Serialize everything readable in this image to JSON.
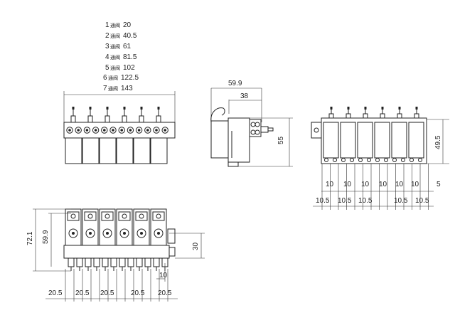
{
  "spec_table": [
    {
      "count": "1",
      "unit": "通阀",
      "length": "20"
    },
    {
      "count": "2",
      "unit": "通阀",
      "length": "40.5"
    },
    {
      "count": "3",
      "unit": "通阀",
      "length": "61"
    },
    {
      "count": "4",
      "unit": "通阀",
      "length": "81.5"
    },
    {
      "count": "5",
      "unit": "通阀",
      "length": "102"
    },
    {
      "count": "6",
      "unit": "通阀",
      "length": "122.5"
    },
    {
      "count": "7",
      "unit": "通阀",
      "length": "143"
    }
  ],
  "side_view": {
    "width_overall": "59.9",
    "width_body": "38",
    "height": "55"
  },
  "bottom_view": {
    "height": "49.5",
    "pitch_top": [
      "10",
      "10",
      "10",
      "10",
      "10",
      "10",
      "5"
    ],
    "pitch_bottom": [
      "10.5",
      "10.5",
      "10.5",
      "10.5",
      "10.5"
    ]
  },
  "lower_front_view": {
    "height_overall": "72.1",
    "height_body": "59.9",
    "height_port": "30",
    "port_offset": "10",
    "pitch": [
      "20.5",
      "20.5",
      "20.5",
      "20.5",
      "20.5"
    ]
  }
}
